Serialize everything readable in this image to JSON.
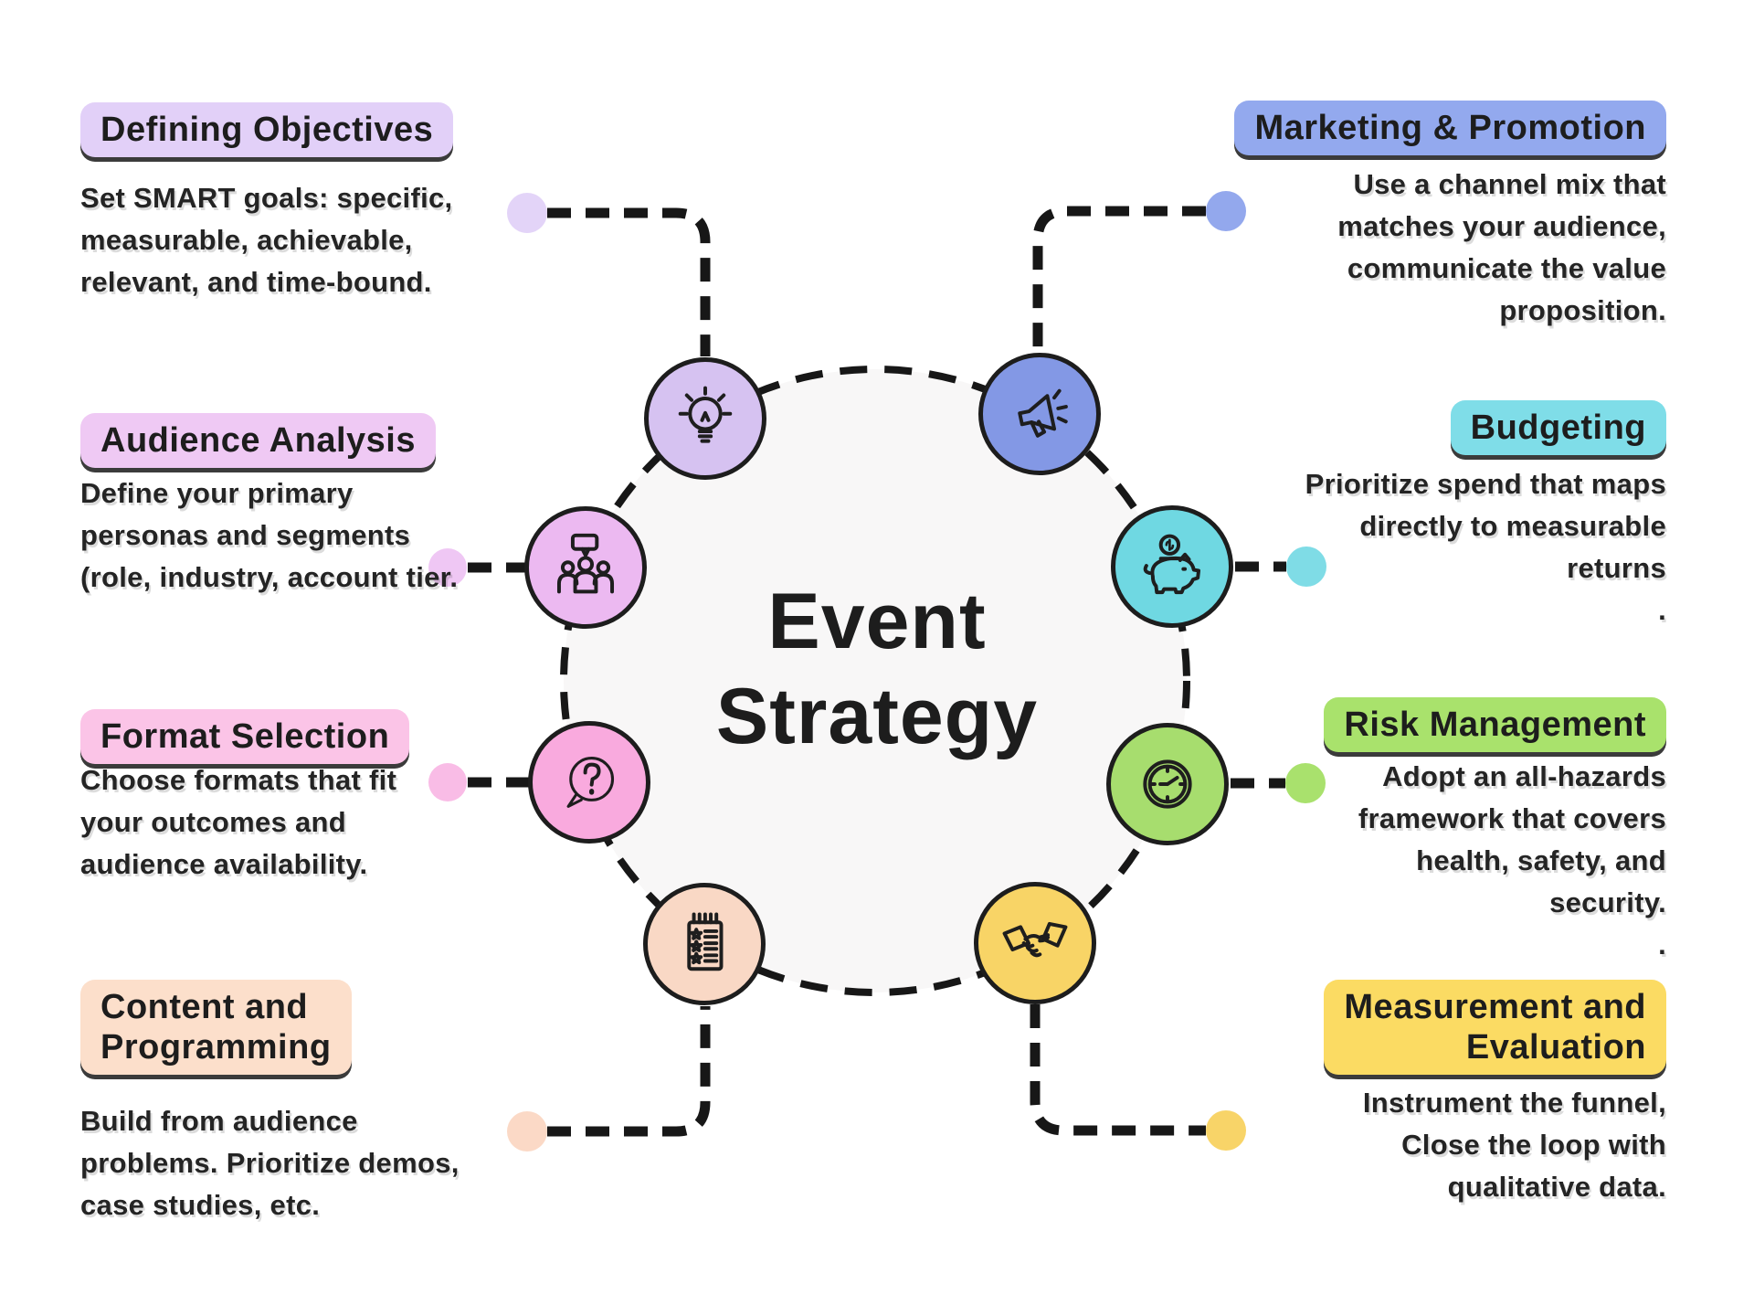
{
  "canvas": {
    "circle_fill": "#f8f7f7",
    "line_color": "#171717"
  },
  "center": {
    "title_line1": "Event",
    "title_line2": "Strategy"
  },
  "sections": {
    "defining": {
      "title": "Defining Objectives",
      "highlight": "#e2d0f8",
      "dot_color": "#e3d4f8",
      "icon_bg": "#d6c2f1",
      "icon": "lightbulb-icon",
      "body": [
        "Set SMART goals: specific,",
        "measurable, achievable,",
        "relevant, and time-bound."
      ]
    },
    "audience": {
      "title": "Audience Analysis",
      "highlight": "#efc9f4",
      "dot_color": "#efc7f4",
      "icon_bg": "#ecb9f1",
      "icon": "audience-people-icon",
      "body": [
        "Define your primary",
        "personas and segments",
        "(role, industry, account tier."
      ]
    },
    "format": {
      "title": "Format Selection",
      "highlight": "#fbc4e7",
      "dot_color": "#f9bce6",
      "icon_bg": "#f9aade",
      "icon": "question-bubble-icon",
      "body": [
        "Choose formats that fit",
        "your outcomes and",
        "audience availability."
      ]
    },
    "content": {
      "title_line1": "Content and",
      "title_line2": "Programming",
      "highlight": "#fcdfcb",
      "dot_color": "#fbd9c6",
      "icon_bg": "#f9d8c5",
      "icon": "checklist-notepad-icon",
      "body": [
        "Build from audience",
        "problems. Prioritize demos,",
        "case studies, etc."
      ]
    },
    "marketing": {
      "title": "Marketing & Promotion",
      "highlight": "#93a9ee",
      "dot_color": "#93a8ed",
      "icon_bg": "#8398e5",
      "icon": "megaphone-icon",
      "body": [
        "Use a channel mix that",
        "matches your audience,",
        "communicate the value",
        "proposition."
      ]
    },
    "budgeting": {
      "title": "Budgeting",
      "highlight": "#7fdde8",
      "dot_color": "#7fdce6",
      "icon_bg": "#6fd8e2",
      "icon": "piggy-bank-icon",
      "body": [
        "Prioritize spend that maps",
        "directly to measurable",
        "returns",
        "."
      ]
    },
    "risk": {
      "title": "Risk Management",
      "highlight": "#a9e26c",
      "dot_color": "#a9e16d",
      "icon_bg": "#a7dd6e",
      "icon": "clock-icon",
      "body": [
        "Adopt an all-hazards",
        "framework that covers",
        "health, safety, and",
        "security.",
        "."
      ]
    },
    "measurement": {
      "title_line1": "Measurement and",
      "title_line2": "Evaluation",
      "highlight": "#fbdb63",
      "dot_color": "#f8d468",
      "icon_bg": "#f8d466",
      "icon": "handshake-icon",
      "body": [
        "Instrument the funnel,",
        "Close the loop with",
        "qualitative data."
      ]
    }
  }
}
